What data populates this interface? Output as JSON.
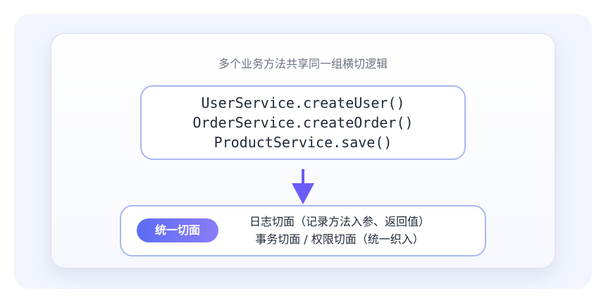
{
  "caption": "多个业务方法共享同一组横切逻辑",
  "methods": [
    "UserService.createUser()",
    "OrderService.createOrder()",
    "ProductService.save()"
  ],
  "aspect": {
    "badge": "统一切面",
    "lines": [
      "日志切面（记录方法入参、返回值）",
      "事务切面 / 权限切面（统一织入）"
    ]
  },
  "colors": {
    "border": "#a7b8f0",
    "arrow": "#6a5cf6",
    "badge_start": "#5b6cf5",
    "badge_end": "#8b7cf7"
  }
}
